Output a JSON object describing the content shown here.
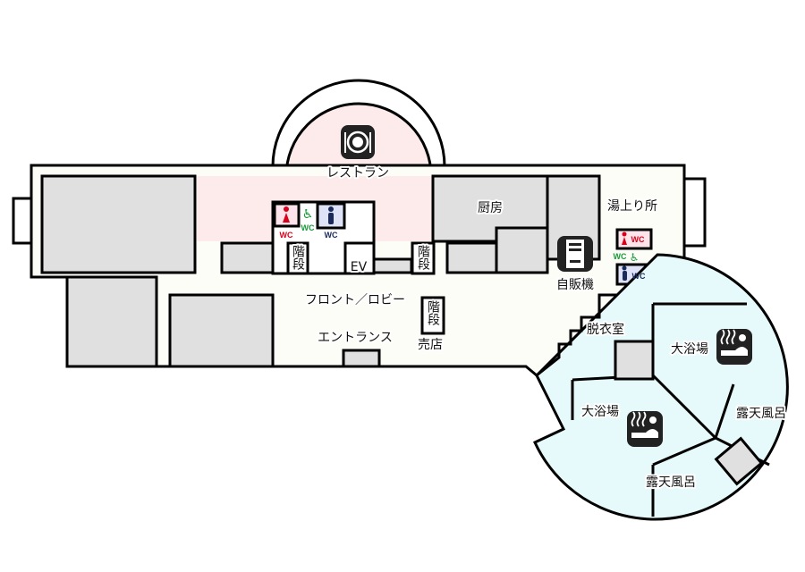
{
  "map": {
    "colors": {
      "restaurant": "#fdeaea",
      "room_gray": "#e0e0e0",
      "bath": "#e6fafc",
      "corridor": "#fdfdf8",
      "wc_female": "#d9001b",
      "wc_male": "#1a2a5a",
      "wc_accessible": "#1a9a3a",
      "icon_dark": "#222222"
    },
    "labels": {
      "restaurant": "レストラン",
      "kitchen": "厨房",
      "lounge": "湯上り所",
      "vending": "自販機",
      "stairs": "階段",
      "ev": "EV",
      "front_lobby": "フロント／ロビー",
      "entrance": "エントランス",
      "shop": "売店",
      "changing_room": "脱衣室",
      "main_bath": "大浴場",
      "open_air_bath": "露天風呂"
    },
    "wc": {
      "label": "WC"
    },
    "icons": [
      "restaurant-icon",
      "vending-machine-icon",
      "bath-icon",
      "wc-female-icon",
      "wc-male-icon",
      "wc-accessible-icon"
    ]
  }
}
